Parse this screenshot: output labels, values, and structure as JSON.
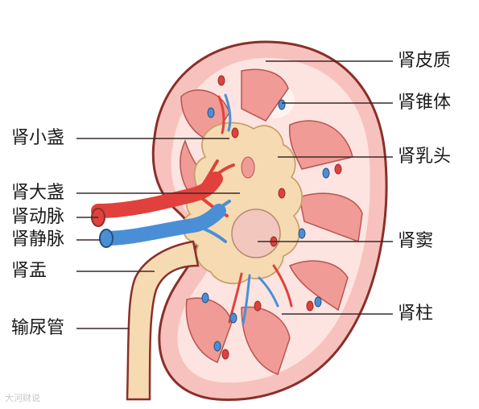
{
  "labels": {
    "renal_cortex": "肾皮质",
    "renal_pyramid": "肾锥体",
    "renal_papilla": "肾乳头",
    "renal_sinus": "肾窦",
    "renal_column": "肾柱",
    "minor_calyx": "肾小盏",
    "major_calyx": "肾大盏",
    "renal_artery": "肾动脉",
    "renal_vein": "肾静脉",
    "renal_pelvis": "肾盂",
    "ureter": "输尿管"
  },
  "watermark": "大河财说",
  "colors": {
    "outline": "#8a2f2a",
    "cortex": "#f7c2bd",
    "cortex_light": "#fde4e1",
    "pyramid": "#f09b96",
    "pelvis": "#f6dbb2",
    "pelvis_dark": "#e8c48c",
    "artery": "#e0413c",
    "vein": "#4a8fd6",
    "leader": "#3a2a2a"
  }
}
